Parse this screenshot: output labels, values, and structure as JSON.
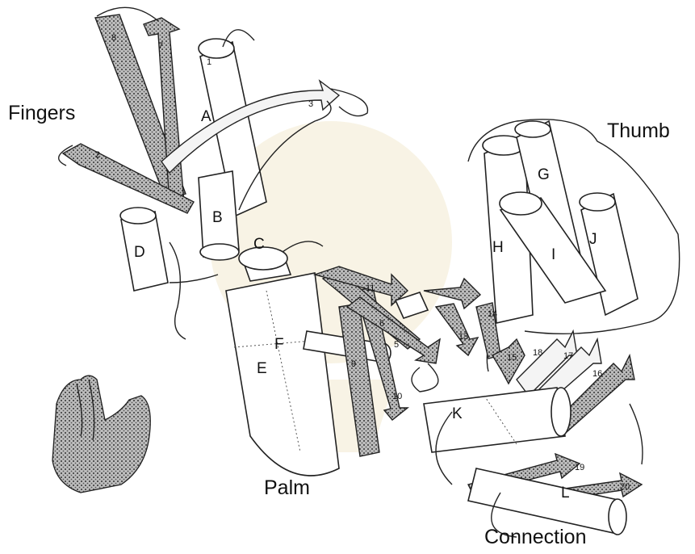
{
  "labels": {
    "regions": {
      "fingers": "Fingers",
      "thumb": "Thumb",
      "palm": "Palm",
      "connection": "Connection"
    },
    "helices": {
      "A": "A",
      "B": "B",
      "C": "C",
      "D": "D",
      "E": "E",
      "F": "F",
      "G": "G",
      "H": "H",
      "I": "I",
      "J": "J",
      "K": "K",
      "L": "L"
    },
    "strands": {
      "s1": "1",
      "s2": "2",
      "s3": "3",
      "s5": "5",
      "s6": "6",
      "s7": "7",
      "s8": "8",
      "s9": "9",
      "s10": "10",
      "s11": "11",
      "s13": "13",
      "s14": "14",
      "s15": "15",
      "s16": "16",
      "s17": "17",
      "s18": "18",
      "s19": "19",
      "s20": "20"
    }
  },
  "colors": {
    "line": "#222222",
    "text": "#111111",
    "stipple": "#333333",
    "watermark": "#f3ead0",
    "background": "#ffffff"
  }
}
